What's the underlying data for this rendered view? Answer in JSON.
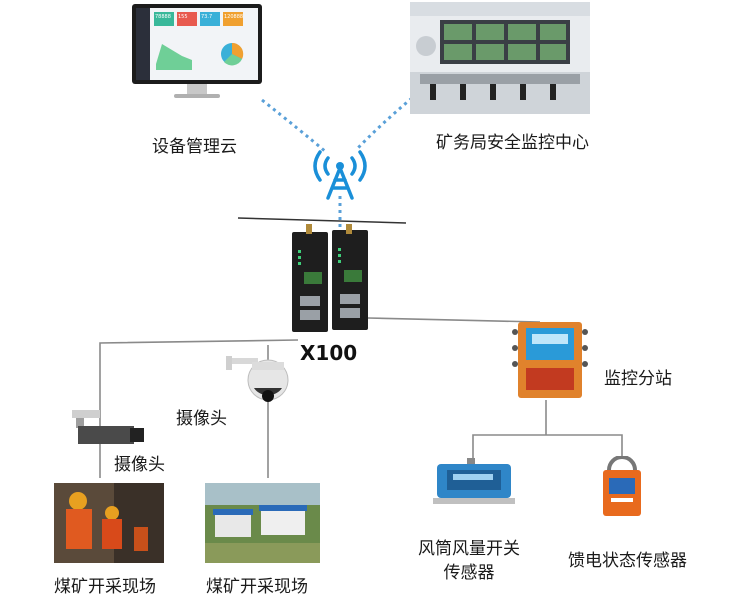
{
  "nodes": {
    "cloud_label": "设备管理云",
    "center_label": "矿务局安全监控中心",
    "gateway_label": "X100",
    "camera_ptz_label": "摄像头",
    "camera_box_label": "摄像头",
    "substation_label": "监控分站",
    "site1_label": "煤矿开采现场",
    "site2_label": "煤矿开采现场",
    "sensor_wind_label_line1": "风筒风量开关",
    "sensor_wind_label_line2": "传感器",
    "sensor_power_label": "馈电状态传感器"
  },
  "dashboard": {
    "tile_values": [
      "78888",
      "155",
      "73.7",
      "120888"
    ]
  },
  "colors": {
    "wire": "#8a8a8a",
    "wireless": "#5aa0d8",
    "antenna": "#1a8fd8",
    "router": "#1e1e1e",
    "substation": "#e0822c",
    "sensor_blue": "#2f86c8",
    "sensor_orange": "#e86a1e"
  }
}
